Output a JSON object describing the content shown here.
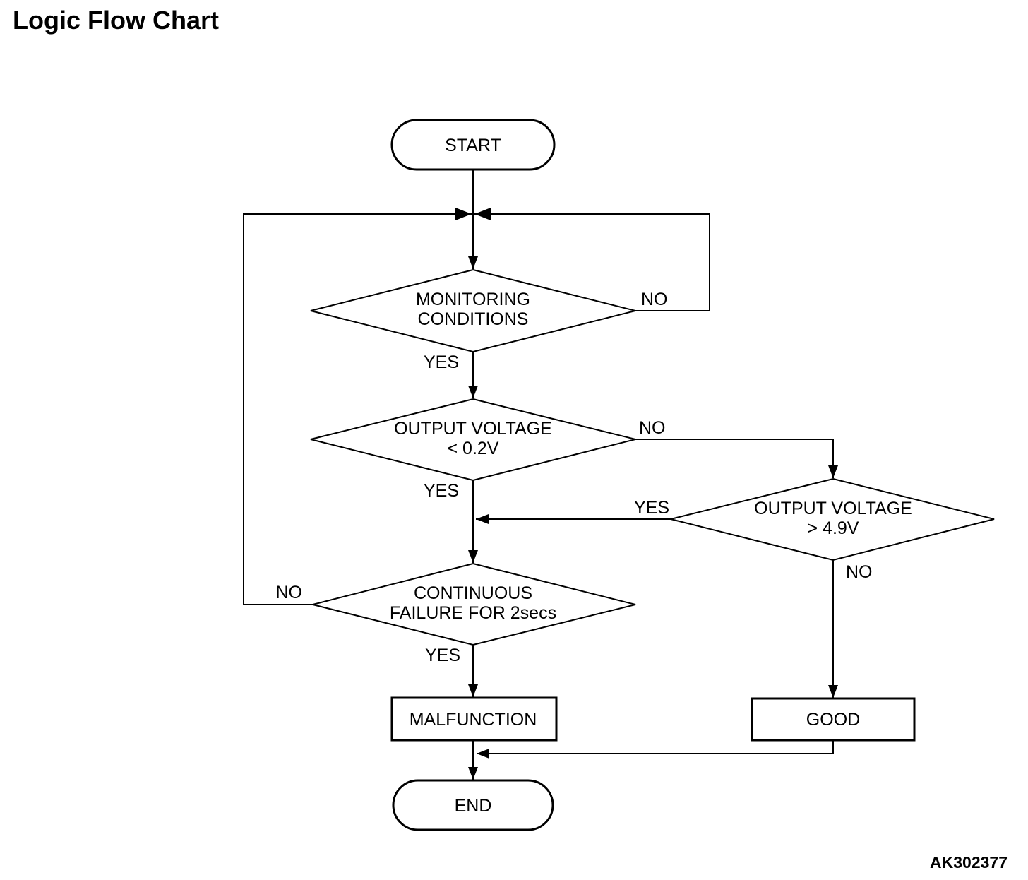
{
  "title": "Logic Flow Chart",
  "figure_code": "AK302377",
  "colors": {
    "line": "#000000",
    "background": "#ffffff"
  },
  "nodes": {
    "start": {
      "type": "terminator",
      "label": "START"
    },
    "monitoring": {
      "type": "decision",
      "line1": "MONITORING",
      "line2": "CONDITIONS"
    },
    "output_low": {
      "type": "decision",
      "line1": "OUTPUT VOLTAGE",
      "line2": "< 0.2V"
    },
    "output_high": {
      "type": "decision",
      "line1": "OUTPUT VOLTAGE",
      "line2": "> 4.9V"
    },
    "continuous_failure": {
      "type": "decision",
      "line1": "CONTINUOUS",
      "line2": "FAILURE FOR 2secs"
    },
    "malfunction": {
      "type": "process",
      "label": "MALFUNCTION"
    },
    "good": {
      "type": "process",
      "label": "GOOD"
    },
    "end": {
      "type": "terminator",
      "label": "END"
    }
  },
  "edge_labels": {
    "monitoring_no": "NO",
    "monitoring_yes": "YES",
    "output_low_no": "NO",
    "output_low_yes": "YES",
    "output_high_yes": "YES",
    "output_high_no": "NO",
    "continuous_failure_no": "NO",
    "continuous_failure_yes": "YES"
  }
}
